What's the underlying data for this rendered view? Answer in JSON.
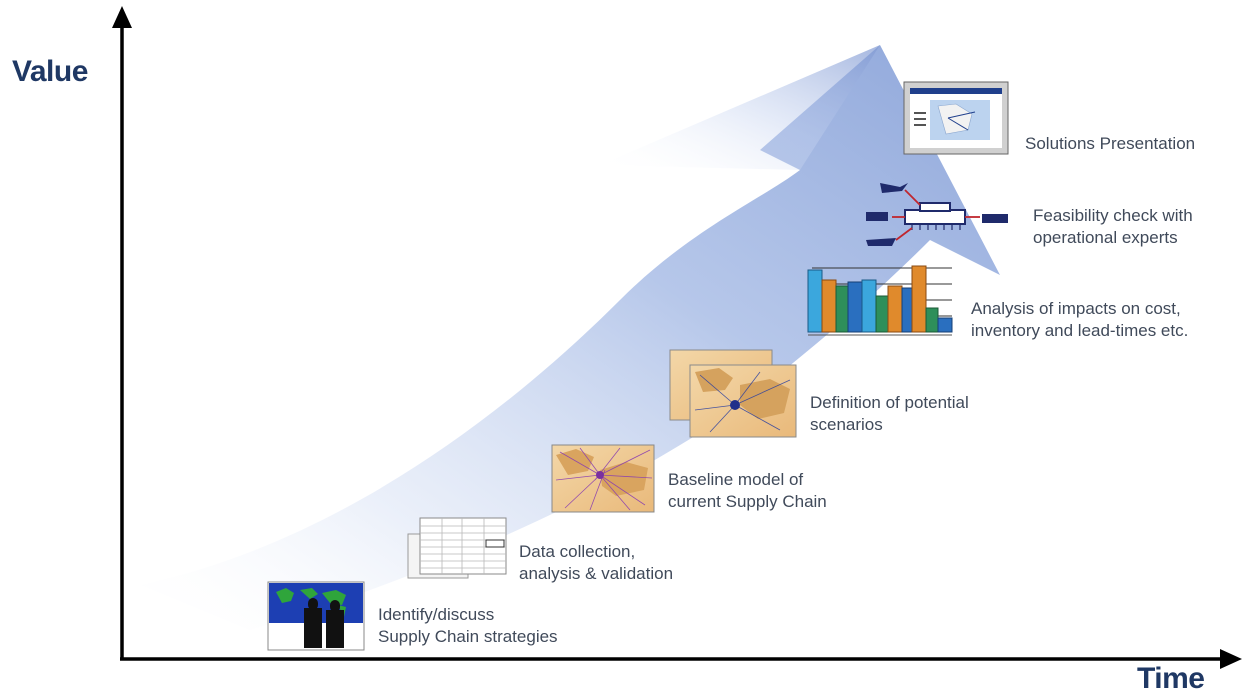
{
  "axes": {
    "y_title": "Value",
    "x_title": "Time"
  },
  "steps": [
    {
      "icon": "strategy-meeting-icon",
      "lines": [
        "Identify/discuss",
        "Supply Chain strategies"
      ]
    },
    {
      "icon": "data-sheets-icon",
      "lines": [
        "Data collection,",
        "analysis & validation"
      ]
    },
    {
      "icon": "baseline-network-map-icon",
      "lines": [
        "Baseline model of",
        "current Supply Chain"
      ]
    },
    {
      "icon": "scenario-maps-icon",
      "lines": [
        "Definition of potential",
        "scenarios"
      ]
    },
    {
      "icon": "bar-chart-icon",
      "lines": [
        "Analysis of impacts on cost,",
        "inventory and lead-times etc."
      ]
    },
    {
      "icon": "logistics-hub-icon",
      "lines": [
        "Feasibility check with",
        "operational experts"
      ]
    },
    {
      "icon": "presentation-slide-icon",
      "lines": [
        "Solutions Presentation"
      ]
    }
  ],
  "colors": {
    "axis": "#000000",
    "title": "#1f3864",
    "label": "#404a5a",
    "arrow": "#8ea6da"
  }
}
